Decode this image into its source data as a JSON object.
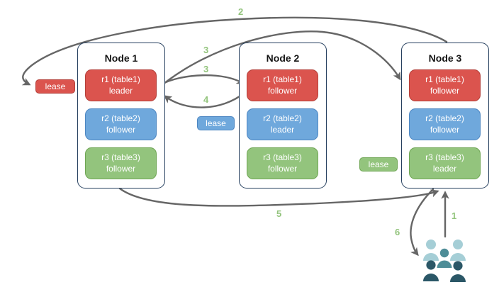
{
  "diagram": {
    "nodes": [
      {
        "title": "Node 1",
        "replicas": [
          {
            "name": "r1 (table1)",
            "role": "leader",
            "color": "red"
          },
          {
            "name": "r2 (table2)",
            "role": "follower",
            "color": "blue"
          },
          {
            "name": "r3 (table3)",
            "role": "follower",
            "color": "green"
          }
        ]
      },
      {
        "title": "Node 2",
        "replicas": [
          {
            "name": "r1 (table1)",
            "role": "follower",
            "color": "red"
          },
          {
            "name": "r2 (table2)",
            "role": "leader",
            "color": "blue"
          },
          {
            "name": "r3 (table3)",
            "role": "follower",
            "color": "green"
          }
        ]
      },
      {
        "title": "Node 3",
        "replicas": [
          {
            "name": "r1 (table1)",
            "role": "follower",
            "color": "red"
          },
          {
            "name": "r2 (table2)",
            "role": "follower",
            "color": "blue"
          },
          {
            "name": "r3 (table3)",
            "role": "leader",
            "color": "green"
          }
        ]
      }
    ],
    "leases": {
      "red": {
        "label": "lease",
        "color": "#db544e"
      },
      "blue": {
        "label": "lease",
        "color": "#6fa8dc"
      },
      "green": {
        "label": "lease",
        "color": "#93c47d"
      }
    },
    "steps": {
      "s1": "1",
      "s2": "2",
      "s3a": "3",
      "s3b": "3",
      "s4": "4",
      "s5": "5",
      "s6": "6"
    },
    "colors": {
      "arrow": "#666666",
      "step_label": "#93c47d",
      "node_border": "#26405f",
      "replica_red": "#db544e",
      "replica_blue": "#6fa8dc",
      "replica_green": "#93c47d",
      "users_light": "#a5ced6",
      "users_medium": "#4e8d97",
      "users_dark": "#2b5767"
    }
  }
}
